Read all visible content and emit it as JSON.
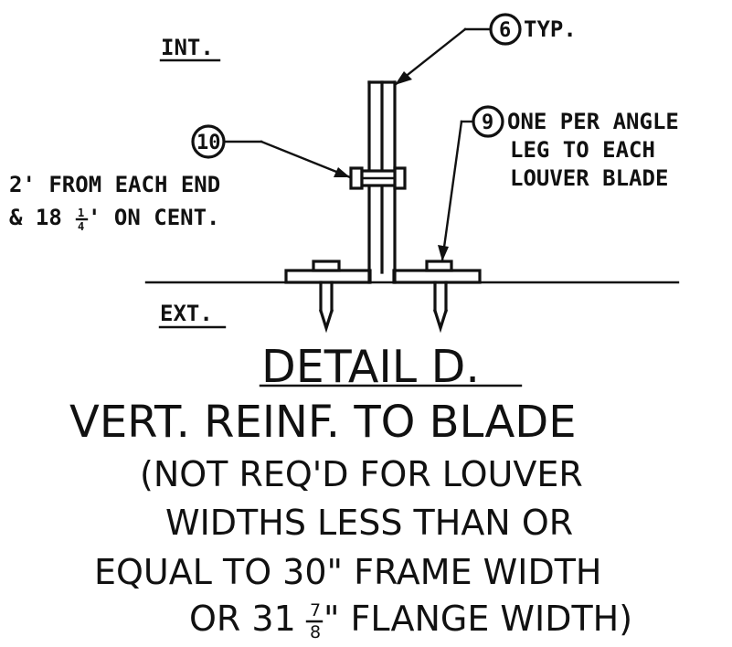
{
  "labels": {
    "interior": "INT.",
    "exterior": "EXT.",
    "callout_6": "6",
    "callout_6_note": "TYP.",
    "callout_9": "9",
    "callout_9_note_line1": "ONE PER ANGLE",
    "callout_9_note_line2": "LEG TO EACH",
    "callout_9_note_line3": "LOUVER BLADE",
    "callout_10": "10",
    "callout_10_note_line1": "2' FROM EACH END",
    "callout_10_note_line2_prefix": "& 18",
    "callout_10_note_line2_frac_num": "1",
    "callout_10_note_line2_frac_den": "4",
    "callout_10_note_line2_suffix": "' ON CENT."
  },
  "title_block": {
    "title": "DETAIL D.",
    "subtitle": "VERT. REINF. TO BLADE",
    "note_line1": "(NOT REQ'D FOR LOUVER",
    "note_line2": "WIDTHS LESS THAN OR",
    "note_line3": "EQUAL TO 30\" FRAME WIDTH",
    "note_line4_prefix": "OR 31",
    "note_line4_frac_num": "7",
    "note_line4_frac_den": "8",
    "note_line4_suffix": "\" FLANGE WIDTH)"
  }
}
